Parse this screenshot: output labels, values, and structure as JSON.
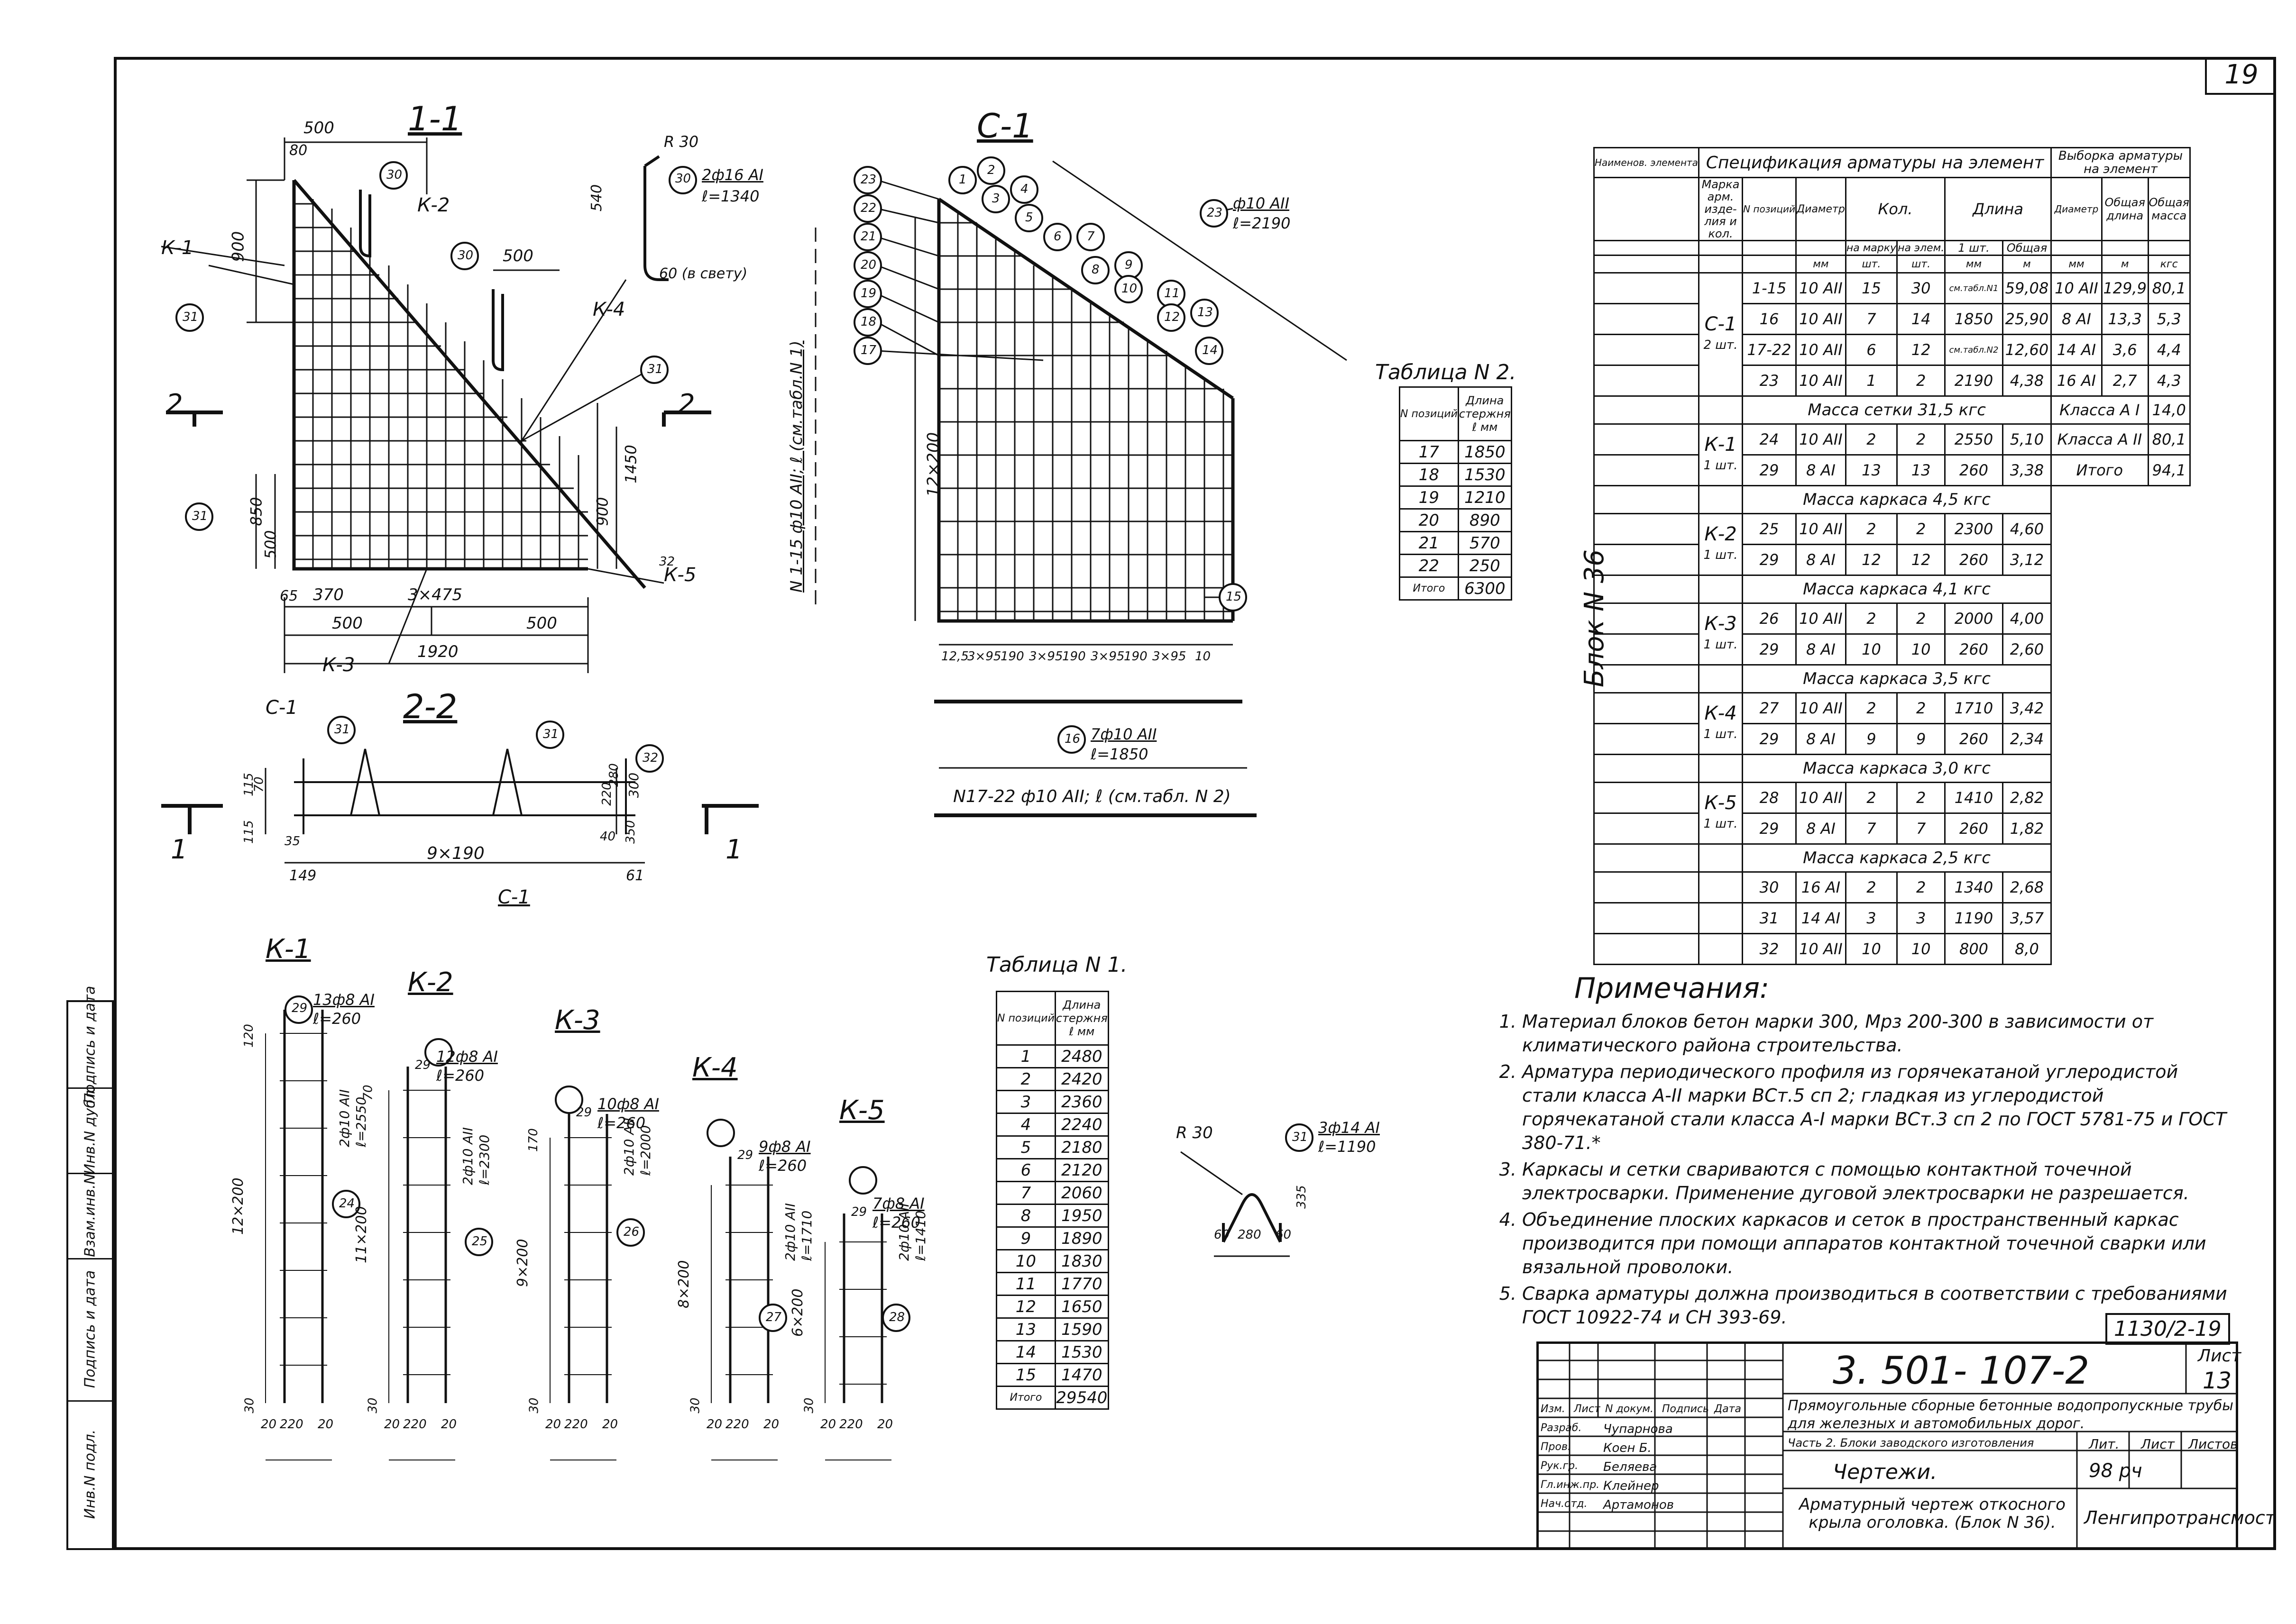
{
  "sheet": {
    "page_number": "19",
    "code": "1130/2-19"
  },
  "left_strip": [
    "Инв.N подл.",
    "Подпись и дата",
    "Взам.инв.N",
    "Инв.N дубл.",
    "Подпись и дата"
  ],
  "section_1_1": {
    "title": "1-1",
    "dims": [
      "500",
      "80",
      "900",
      "500",
      "850",
      "500",
      "1450",
      "900",
      "65",
      "370",
      "3×475",
      "500",
      "500",
      "1920",
      "540",
      "60 (в свету)",
      "R 30"
    ],
    "labels": [
      "К-1",
      "К-2",
      "К-3",
      "К-4",
      "К-5",
      "2",
      "2"
    ],
    "callout_30": {
      "ref": "30",
      "text1": "2ф16 АI",
      "text2": "ℓ=1340"
    },
    "circle_refs": [
      "30",
      "30",
      "31",
      "31",
      "31",
      "32"
    ],
    "vertical_note": "N 1-15 ф10 АII; ℓ (см.табл.N 1)"
  },
  "section_c_1": {
    "title": "С-1",
    "circle_refs": [
      "1",
      "2",
      "3",
      "4",
      "5",
      "6",
      "7",
      "8",
      "9",
      "10",
      "11",
      "12",
      "13",
      "14",
      "15",
      "16",
      "17",
      "18",
      "19",
      "20",
      "21",
      "22",
      "23"
    ],
    "callout_23": {
      "ref": "23",
      "text1": "ф10 АII",
      "text2": "ℓ=2190"
    },
    "left_dim": "12×200",
    "bottom_dims": [
      "12,5",
      "3×95",
      "190",
      "3×95",
      "190",
      "3×95",
      "190",
      "3×95",
      "10"
    ],
    "callout_16": {
      "ref": "16",
      "text1": "7ф10 АII",
      "text2": "ℓ=1850"
    },
    "note_17_22": "N17-22 ф10 АII; ℓ (см.табл. N 2)"
  },
  "section_2_2": {
    "title": "2-2",
    "labels": [
      "С-1",
      "С-1",
      "1",
      "1"
    ],
    "circle_refs": [
      "31",
      "31",
      "32"
    ],
    "dims": [
      "115",
      "70",
      "115",
      "300",
      "220",
      "40",
      "149",
      "9×190",
      "61",
      "35",
      "280",
      "350"
    ]
  },
  "frames": [
    {
      "name": "К-1",
      "ref_top": "29",
      "top1": "13ф8 АI",
      "top2": "ℓ=260",
      "ref_side": "24",
      "side1": "2ф10 АII",
      "side2": "ℓ=2550",
      "height": "12×200",
      "top_dim": "120",
      "bottom": [
        "20",
        "220",
        "20"
      ],
      "bot_dim": "30"
    },
    {
      "name": "К-2",
      "ref_top": "29",
      "top1": "12ф8 АI",
      "top2": "ℓ=260",
      "ref_side": "25",
      "side1": "2ф10 АII",
      "side2": "ℓ=2300",
      "height": "11×200",
      "top_dim": "70",
      "bottom": [
        "20",
        "220",
        "20"
      ],
      "bot_dim": "30"
    },
    {
      "name": "К-3",
      "ref_top": "29",
      "top1": "10ф8 АI",
      "top2": "ℓ=260",
      "ref_side": "26",
      "side1": "2ф10 АII",
      "side2": "ℓ=2000",
      "height": "9×200",
      "top_dim": "170",
      "bottom": [
        "20",
        "220",
        "20"
      ],
      "bot_dim": "30"
    },
    {
      "name": "К-4",
      "ref_top": "29",
      "top1": "9ф8 АI",
      "top2": "ℓ=260",
      "ref_side": "27",
      "side1": "2ф10 АII",
      "side2": "ℓ=1710",
      "height": "8×200",
      "top_dim": "",
      "bottom": [
        "20",
        "220",
        "20"
      ],
      "bot_dim": "30"
    },
    {
      "name": "К-5",
      "ref_top": "29",
      "top1": "7ф8 АI",
      "top2": "ℓ=260",
      "ref_side": "28",
      "side1": "2ф10 АII",
      "side2": "ℓ=1410",
      "height": "6×200",
      "top_dim": "",
      "bottom": [
        "20",
        "220",
        "20"
      ],
      "bot_dim": "30"
    }
  ],
  "hook_detail": {
    "radius": "R 30",
    "ref": "31",
    "text1": "3ф14 АI",
    "text2": "ℓ=1190",
    "dims": [
      "60",
      "280",
      "60",
      "335"
    ]
  },
  "table_1": {
    "title": "Таблица N 1.",
    "headers": [
      "N позиций",
      "Длина стержня ℓ мм"
    ],
    "rows": [
      [
        "1",
        "2480"
      ],
      [
        "2",
        "2420"
      ],
      [
        "3",
        "2360"
      ],
      [
        "4",
        "2240"
      ],
      [
        "5",
        "2180"
      ],
      [
        "6",
        "2120"
      ],
      [
        "7",
        "2060"
      ],
      [
        "8",
        "1950"
      ],
      [
        "9",
        "1890"
      ],
      [
        "10",
        "1830"
      ],
      [
        "11",
        "1770"
      ],
      [
        "12",
        "1650"
      ],
      [
        "13",
        "1590"
      ],
      [
        "14",
        "1530"
      ],
      [
        "15",
        "1470"
      ]
    ],
    "total": [
      "Итого",
      "29540"
    ]
  },
  "table_2": {
    "title": "Таблица N 2.",
    "headers": [
      "N позиций",
      "Длина стержня ℓ мм"
    ],
    "rows": [
      [
        "17",
        "1850"
      ],
      [
        "18",
        "1530"
      ],
      [
        "19",
        "1210"
      ],
      [
        "20",
        "890"
      ],
      [
        "21",
        "570"
      ],
      [
        "22",
        "250"
      ]
    ],
    "total": [
      "Итого",
      "6300"
    ]
  },
  "spec": {
    "title": "Спецификация арматуры на элемент",
    "title_right": "Выборка арматуры на элемент",
    "col_name": "Наименов. элемента",
    "col_mark": "Марка арм. изде-лия и кол.",
    "col_pos": "N позиций",
    "col_diam": "Диаметр",
    "col_qty": "Кол.",
    "col_qty_a": "на марку",
    "col_qty_b": "на элем.",
    "col_len": "Длина",
    "col_len_a": "1 шт.",
    "col_len_b": "Общая",
    "col_r_diam": "Диаметр",
    "col_r_len": "Общая длина",
    "col_r_mass": "Общая масса",
    "units": [
      "мм",
      "шт.",
      "шт.",
      "мм",
      "м",
      "мм",
      "м",
      "кгс"
    ],
    "block_label": "Блок N 36",
    "groups": [
      {
        "mark": "С-1",
        "count": "2 шт.",
        "rows": [
          [
            "1-15",
            "10 АII",
            "15",
            "30",
            "см.табл.N1",
            "59,08"
          ],
          [
            "16",
            "10 АII",
            "7",
            "14",
            "1850",
            "25,90"
          ],
          [
            "17-22",
            "10 АII",
            "6",
            "12",
            "см.табл.N2",
            "12,60"
          ],
          [
            "23",
            "10 АII",
            "1",
            "2",
            "2190",
            "4,38"
          ]
        ],
        "mass": "Масса сетки  31,5 кгс"
      },
      {
        "mark": "К-1",
        "count": "1 шт.",
        "rows": [
          [
            "24",
            "10 АII",
            "2",
            "2",
            "2550",
            "5,10"
          ],
          [
            "29",
            "8 АI",
            "13",
            "13",
            "260",
            "3,38"
          ]
        ],
        "mass": "Масса каркаса  4,5 кгс"
      },
      {
        "mark": "К-2",
        "count": "1 шт.",
        "rows": [
          [
            "25",
            "10 АII",
            "2",
            "2",
            "2300",
            "4,60"
          ],
          [
            "29",
            "8 АI",
            "12",
            "12",
            "260",
            "3,12"
          ]
        ],
        "mass": "Масса каркаса  4,1 кгс"
      },
      {
        "mark": "К-3",
        "count": "1 шт.",
        "rows": [
          [
            "26",
            "10 АII",
            "2",
            "2",
            "2000",
            "4,00"
          ],
          [
            "29",
            "8 АI",
            "10",
            "10",
            "260",
            "2,60"
          ]
        ],
        "mass": "Масса каркаса  3,5 кгс"
      },
      {
        "mark": "К-4",
        "count": "1 шт.",
        "rows": [
          [
            "27",
            "10 АII",
            "2",
            "2",
            "1710",
            "3,42"
          ],
          [
            "29",
            "8 АI",
            "9",
            "9",
            "260",
            "2,34"
          ]
        ],
        "mass": "Масса каркаса  3,0 кгс"
      },
      {
        "mark": "К-5",
        "count": "1 шт.",
        "rows": [
          [
            "28",
            "10 АII",
            "2",
            "2",
            "1410",
            "2,82"
          ],
          [
            "29",
            "8 АI",
            "7",
            "7",
            "260",
            "1,82"
          ]
        ],
        "mass": "Масса каркаса  2,5 кгс"
      }
    ],
    "loose": [
      [
        "30",
        "16 АI",
        "2",
        "2",
        "1340",
        "2,68"
      ],
      [
        "31",
        "14 АI",
        "3",
        "3",
        "1190",
        "3,57"
      ],
      [
        "32",
        "10 АII",
        "10",
        "10",
        "800",
        "8,0"
      ]
    ],
    "right_rows": [
      [
        "10 АII",
        "129,9",
        "80,1"
      ],
      [
        "8 АI",
        "13,3",
        "5,3"
      ],
      [
        "14 АI",
        "3,6",
        "4,4"
      ],
      [
        "16 АI",
        "2,7",
        "4,3"
      ]
    ],
    "right_totals": [
      [
        "Класса А I",
        "14,0"
      ],
      [
        "Класса А II",
        "80,1"
      ],
      [
        "Итого",
        "94,1"
      ]
    ]
  },
  "notes": {
    "title": "Примечания:",
    "items": [
      "Материал блоков бетон марки 300, Мрз 200-300 в зависимости от климатического района строительства.",
      "Арматура периодического профиля из горячекатаной углеродистой стали класса А-II марки ВСт.5 сп 2; гладкая из углеродистой горячекатаной стали класса А-I марки ВСт.3 сп 2  по ГОСТ 5781-75 и ГОСТ 380-71.*",
      "Каркасы и сетки свариваются с помощью контактной точечной электросварки. Применение дуговой электросварки не разрешается.",
      "Объединение плоских каркасов и сеток в пространственный каркас производится при помощи аппаратов контактной точечной сварки или вязальной проволоки.",
      "Сварка арматуры должна производиться в соответствии с требованиями ГОСТ 10922-74 и СН 393-69."
    ]
  },
  "title_block": {
    "doc_number": "3. 501- 107-2",
    "sheet_label": "Лист",
    "sheet_value": "13",
    "project": "Прямоугольные сборные бетонные водопропускные трубы для железных и автомобильных дорог.",
    "part": "Часть 2. Блоки заводского изготовления",
    "col_lit": "Лит.",
    "col_list": "Лист",
    "col_lists": "Листов",
    "section": "Чертежи.",
    "sheet_no": "98 рч",
    "drawing_title": "Арматурный чертеж откосного крыла оголовка. (Блок N 36).",
    "org": "Ленгипротрансмост",
    "header_cols": [
      "Изм.",
      "Лист",
      "N докум.",
      "Подпись",
      "Дата"
    ],
    "people": [
      [
        "Разраб.",
        "Чупарнова"
      ],
      [
        "Пров.",
        "Коен Б."
      ],
      [
        "Рук.гр.",
        "Беляева"
      ],
      [
        "Гл.инж.пр.",
        "Клейнер"
      ],
      [
        "Нач.отд.",
        "Артамонов"
      ]
    ]
  }
}
